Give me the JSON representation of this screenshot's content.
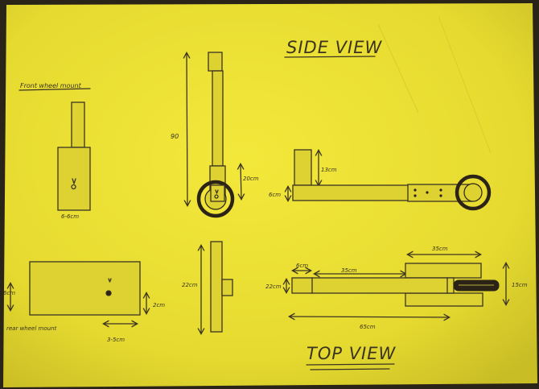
{
  "headings": {
    "side_view": "SIDE VIEW",
    "top_view": "TOP VIEW"
  },
  "labels": {
    "front_wheel_mount": "Front wheel mount",
    "front_mount_dim": "6-6cm",
    "height_90": "90",
    "fork_20cm": "20cm",
    "post_13cm": "13cm",
    "deck_6cm": "6cm",
    "rear_mount": "rear wheel mount",
    "rear_mount_6cm": "6cm",
    "rear_mount_2cm": "2cm",
    "rear_mount_3_5cm": "3-5cm",
    "mid_22cm": "22cm",
    "top_6cm": "6cm",
    "top_35cm_a": "35cm",
    "top_35cm_b": "35cm",
    "top_22cm": "22cm",
    "top_15cm": "15cm",
    "top_65cm": "65cm"
  },
  "colors": {
    "paper": "#ece033",
    "ink": "#3b3422"
  }
}
